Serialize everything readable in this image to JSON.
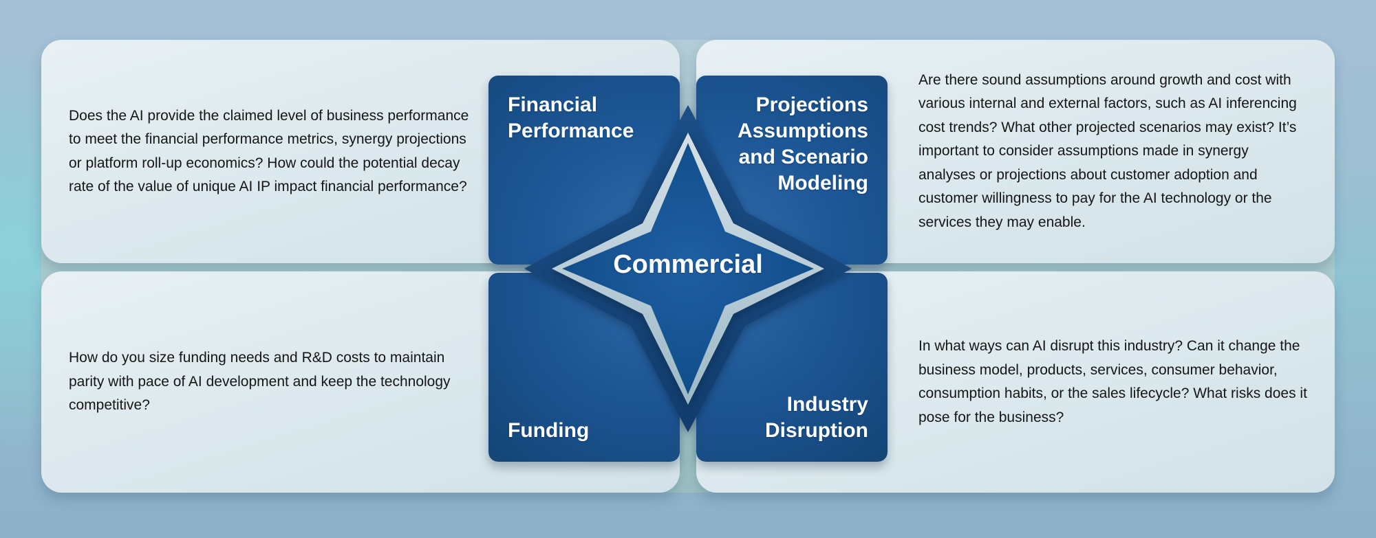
{
  "center": {
    "label": "Commercial"
  },
  "quadrants": {
    "financial": {
      "label": "Financial\nPerformance",
      "description": "Does the AI provide the claimed level of business performance to meet the financial performance metrics, synergy projections or platform roll-up economics? How could the potential decay rate of the value of unique AI IP impact financial performance?"
    },
    "projections": {
      "label": "Projections\nAssumptions\nand Scenario\nModeling",
      "description": "Are there sound assumptions around growth and cost with various internal and external factors, such as AI inferencing cost trends? What other projected scenarios may exist? It’s important to consider assumptions made in synergy analyses or projections about customer adoption and customer willingness to pay for the AI technology or the services they may enable."
    },
    "funding": {
      "label": "Funding",
      "description": "How do you size funding needs and R&D costs to maintain parity with pace of AI development and keep the technology competitive?"
    },
    "industry": {
      "label": "Industry\nDisruption",
      "description": "In what ways can AI disrupt this industry? Can it change the business model, products, services, consumer behavior, consumption habits, or the sales lifecycle? What risks does it pose for the business?"
    }
  },
  "colors": {
    "quad_blue_light": "#2e68a7",
    "quad_blue": "#1d5796",
    "quad_blue_dark": "#134474",
    "star_inner_blue": "#124f8d",
    "star_silver": "#c2d4de",
    "card_bg": "#dde8ee",
    "gap_teal": "#aacbce",
    "background_top": "#a6c0d6",
    "background_teal": "#8cd2da",
    "background_bottom": "#8db1c9",
    "body_text": "#151515",
    "label_text": "#ffffff"
  }
}
